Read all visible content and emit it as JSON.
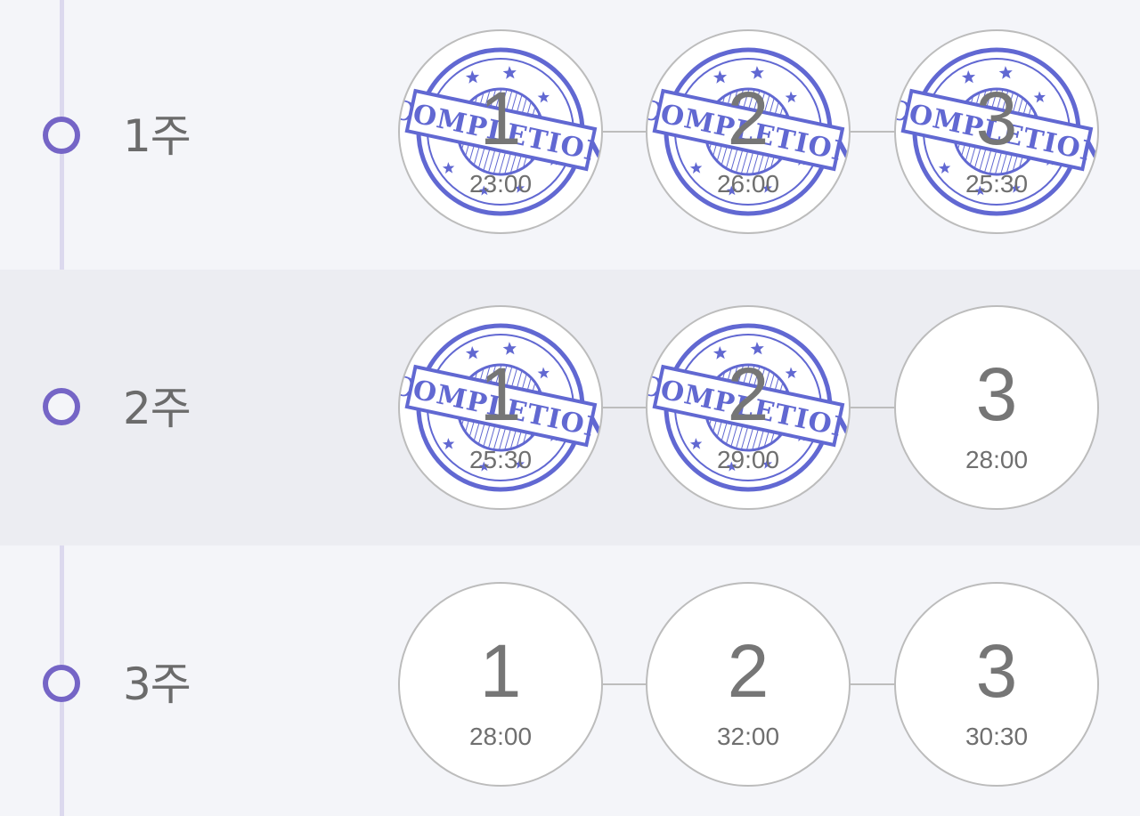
{
  "colors": {
    "accent": "#7565c6",
    "stamp": "#3f47c8",
    "timeline": "#dcd9ee",
    "row_alt": "#ecedf2",
    "background": "#f4f5f9"
  },
  "stamp": {
    "text": "COMPLETION",
    "icon": "completion-stamp-icon"
  },
  "weeks": [
    {
      "label": "1주",
      "sessions": [
        {
          "number": "1",
          "time": "23:00",
          "completed": true
        },
        {
          "number": "2",
          "time": "26:00",
          "completed": true
        },
        {
          "number": "3",
          "time": "25:30",
          "completed": true
        }
      ]
    },
    {
      "label": "2주",
      "sessions": [
        {
          "number": "1",
          "time": "25:30",
          "completed": true
        },
        {
          "number": "2",
          "time": "29:00",
          "completed": true
        },
        {
          "number": "3",
          "time": "28:00",
          "completed": false
        }
      ]
    },
    {
      "label": "3주",
      "sessions": [
        {
          "number": "1",
          "time": "28:00",
          "completed": false
        },
        {
          "number": "2",
          "time": "32:00",
          "completed": false
        },
        {
          "number": "3",
          "time": "30:30",
          "completed": false
        }
      ]
    }
  ]
}
